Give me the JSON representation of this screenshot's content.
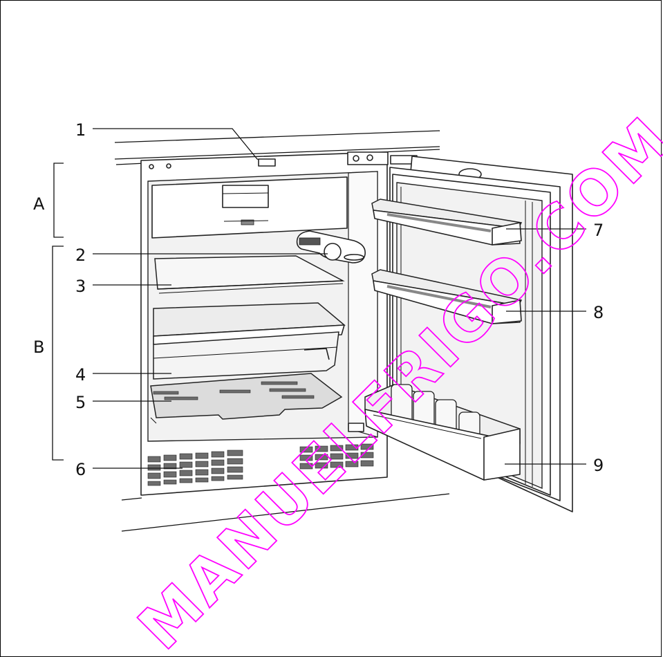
{
  "callouts": {
    "c1": "1",
    "c2": "2",
    "c3": "3",
    "c4": "4",
    "c5": "5",
    "c6": "6",
    "c7": "7",
    "c8": "8",
    "c9": "9",
    "section_a": "A",
    "section_b": "B"
  },
  "watermark": {
    "text": "MANUELFRIGO.COM",
    "color": "#ff00ff"
  }
}
